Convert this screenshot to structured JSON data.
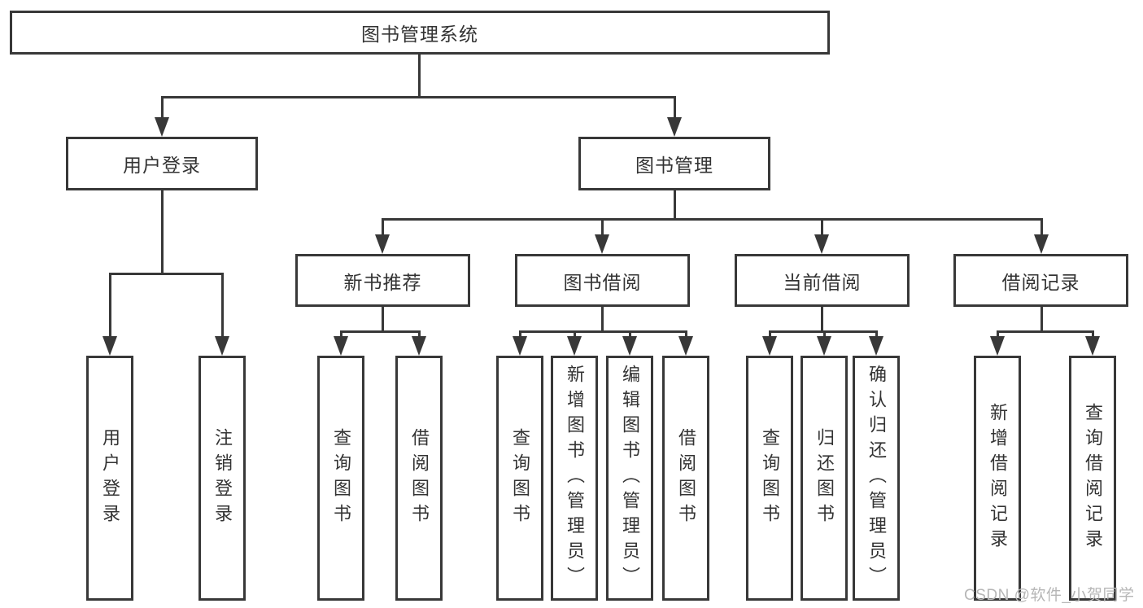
{
  "nodes": {
    "root": "图书管理系统",
    "level2": [
      "用户登录",
      "图书管理"
    ],
    "level3": [
      "新书推荐",
      "图书借阅",
      "当前借阅",
      "借阅记录"
    ]
  },
  "leaves": [
    "用户登录",
    "注销登录",
    "查询图书",
    "借阅图书",
    "查询图书",
    "新增图书（管理员）",
    "编辑图书（管理员）",
    "借阅图书",
    "查询图书",
    "归还图书",
    "确认归还（管理员）",
    "新增借阅记录",
    "查询借阅记录"
  ],
  "watermark": "CSDN @软件_小贺同学",
  "colors": {
    "line": "#383838",
    "text": "#333333",
    "background": "#ffffff",
    "watermark": "#b6b6b6"
  }
}
